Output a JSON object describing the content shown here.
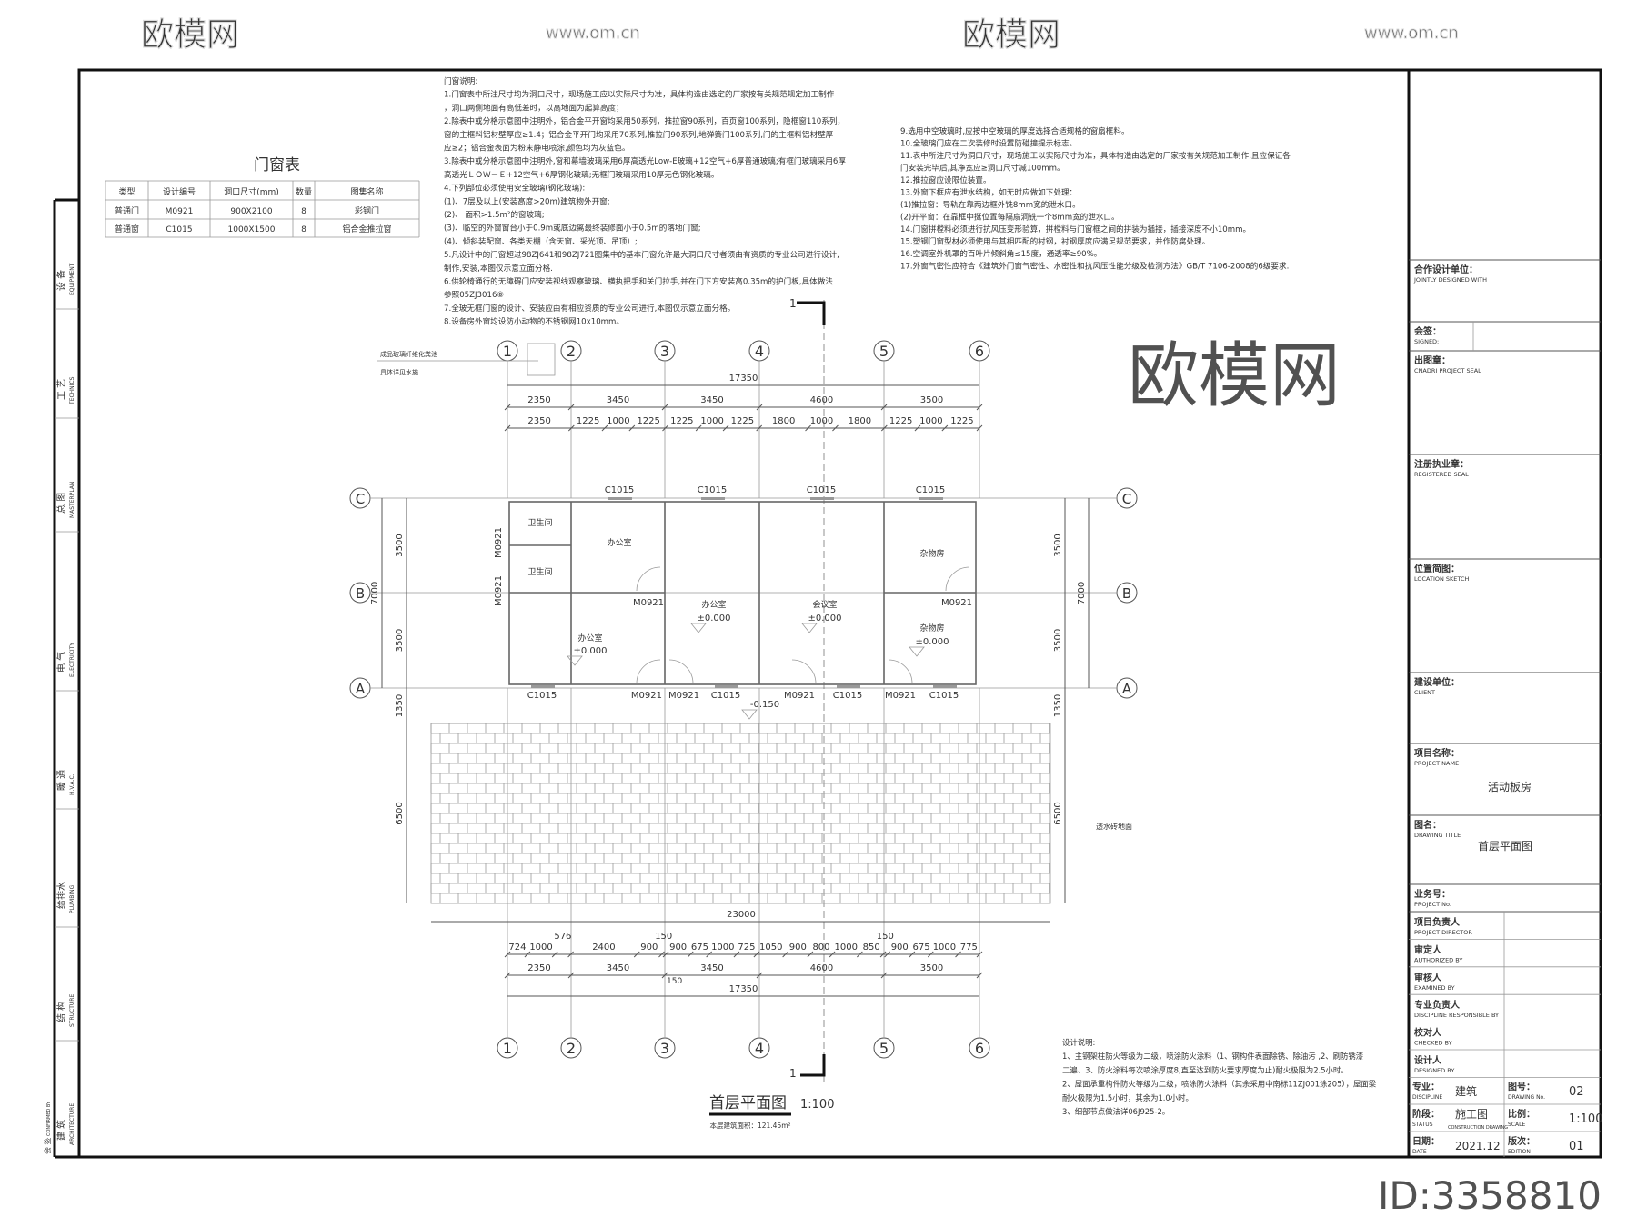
{
  "side_strip": [
    {
      "cn": "设 备",
      "en": "EQUIPMENT"
    },
    {
      "cn": "工 艺",
      "en": "TECHNICS"
    },
    {
      "cn": "总 图",
      "en": "MASTERPLAN"
    },
    {
      "cn": "电 气",
      "en": "ELECTRICITY"
    },
    {
      "cn": "暖 通",
      "en": "H.V.A.C."
    },
    {
      "cn": "给排水",
      "en": "PLUMBING"
    },
    {
      "cn": "结 构",
      "en": "STRUCTURE"
    },
    {
      "cn": "建 筑",
      "en": "ARCHITECTURE"
    }
  ],
  "side_strip_footer": {
    "cn": "会 签",
    "en": "CONFIRMED BY"
  },
  "door_window_table": {
    "title": "门窗表",
    "headers": [
      "类型",
      "设计编号",
      "洞口尺寸(mm)",
      "数量",
      "图集名称"
    ],
    "rows": [
      [
        "普通门",
        "M0921",
        "900X2100",
        "8",
        "彩钢门"
      ],
      [
        "普通窗",
        "C1015",
        "1000X1500",
        "8",
        "铝合金推拉窗"
      ]
    ]
  },
  "notes_left": [
    "门窗说明:",
    "1.门窗表中所注尺寸均为洞口尺寸，现场施工应以实际尺寸为准，具体构造由选定的厂家按有关规范规定加工制作",
    "，洞口两侧地面有高低差时，以高地面为起算高度；",
    "2.除表中或分格示意图中注明外，铝合金平开窗均采用50系列，推拉窗90系列，百页窗100系列，隐框窗110系列，",
    "窗的主框料铝材壁厚应≥1.4；铝合金平开门均采用70系列,推拉门90系列,地弹簧门100系列,门的主框料铝材壁厚",
    "应≥2；铝合金表面为粉末静电喷涂,颜色均为灰蓝色。",
    "3.除表中或分格示意图中注明外,窗和幕墙玻璃采用6厚高透光Low-E玻璃+12空气+6厚普通玻璃;有框门玻璃采用6厚",
    "高透光ＬＯＷ－Ｅ+12空气+6厚钢化玻璃;无框门玻璃采用10厚无色钢化玻璃。",
    "4.下列部位必须使用安全玻璃(钢化玻璃):",
    "(1)、7层及以上(安装高度>20m)建筑物外开窗;",
    "(2)、 面积>1.5m²的窗玻璃;",
    "(3)、临空的外窗窗台小于0.9m或底边离最终装修面小于0.5m的落地门窗;",
    "(4)、倾斜装配窗、各类天棚（含天窗、采光顶、吊顶）;",
    "5.凡设计中的门窗超过98ZJ641和98ZJ721图集中的基本门窗允许最大洞口尺寸者须由有资质的专业公司进行设计,",
    "制作,安装,本图仅示意立面分格.",
    "6.供轮椅通行的无障碍门应安装视线观察玻璃、横执把手和关门拉手,并在门下方安装高0.35m的护门板,具体做法",
    "参照05ZJ3016⑧",
    "7.全玻无框门窗的设计、安装应由有相应资质的专业公司进行,本图仅示意立面分格。",
    "8.设备房外窗均设防小动物的不锈钢网10x10mm。"
  ],
  "notes_right": [
    "9.选用中空玻璃时,应按中空玻璃的厚度选择合适规格的窗扇框料。",
    "10.全玻璃门应在二次装修时设置防碰撞提示标志。",
    "11.表中所注尺寸为洞口尺寸，现场施工以实际尺寸为准，具体构造由选定的厂家按有关规范加工制作,且应保证各",
    "门安装完毕后,其净宽应≥洞口尺寸减100mm。",
    "12.推拉窗应设限位装置。",
    "13.外窗下框应有泄水结构，如无时应做如下处理：",
    "(1)推拉窗：导轨在靠两边框外铣8mm宽的泄水口。",
    "(2)开平窗：在靠框中挺位置每隔扇洞铣一个8mm宽的泄水口。",
    "14.门窗拼樘料必须进行抗风压变形验算，拼樘料与门窗框之间的拼装为插接，插接深度不小10mm。",
    "15.塑钢门窗型材必须使用与其相匹配的衬钢，衬钢厚度应满足规范要求，并作防腐处理。",
    "16.空调室外机罩的百叶片倾斜角≤15度，通透率≥90%。",
    "17.外窗气密性应符合《建筑外门窗气密性、水密性和抗风压性能分级及检测方法》GB/T 7106-2008的6级要求."
  ],
  "design_notes": [
    "设计说明:",
    "1、主钢架柱防火等级为二级，喷涂防火涂料（1、钢构件表面除锈、除油污 ,2、刷防锈漆",
    "二遍、3、防火涂料每次喷涂厚度8,直至达到防火要求厚度为止)耐火极限为2.5小时。",
    "2、屋面承重构件防火等级为二级，喷涂防火涂料（其余采用中南标11ZJ001涂205），屋面梁",
    "耐火极限为1.5小时，其余为1.0小时。",
    "3、细部节点做法详06J925-2。"
  ],
  "plan": {
    "axes_numbers": [
      "1",
      "2",
      "3",
      "4",
      "5",
      "6"
    ],
    "axes_letters": [
      "C",
      "B",
      "A"
    ],
    "top_dims": {
      "total": "17350",
      "bays": [
        "2350",
        "3450",
        "3450",
        "4600",
        "3500"
      ],
      "detail": [
        "2350",
        "1225",
        "1000",
        "1225",
        "1225",
        "1000",
        "1225",
        "1800",
        "1000",
        "1800",
        "1225",
        "1000",
        "1225"
      ]
    },
    "bottom_dims": {
      "detail": [
        "724",
        "1000",
        "576",
        "2400",
        "900",
        "150",
        "900",
        "675",
        "1000",
        "725",
        "1050",
        "900",
        "800",
        "1000",
        "850",
        "150",
        "900",
        "675",
        "1000",
        "775"
      ],
      "extra": "150",
      "bays": [
        "2350",
        "3450",
        "3450",
        "4600",
        "3500"
      ],
      "total": "17350",
      "paving_total": "23000"
    },
    "side_dims": {
      "upper": "3500",
      "lower": "3500",
      "total": "7000",
      "porch": "1350",
      "paving": "6500"
    },
    "rooms": [
      "卫生间",
      "卫生间",
      "办公室",
      "杂物房",
      "办公室",
      "办公室",
      "会议室",
      "杂物房"
    ],
    "levels": [
      "±0.000",
      "±0.000",
      "±0.000",
      "±0.000",
      "-0.150"
    ],
    "window_tag": "C1015",
    "door_tag": "M0921",
    "leader_note": [
      "成品玻璃纤维化粪池",
      "具体详见水施"
    ],
    "paving_note": "透水砖地面",
    "section_mark": "1",
    "drawing_title": "首层平面图",
    "drawing_scale": "1:100",
    "area_note": "本层建筑面积：121.45m²"
  },
  "title_block": {
    "jointly": {
      "cn": "合作设计单位：",
      "en": "JOINTLY DESIGNED WITH"
    },
    "signed": {
      "cn": "会签：",
      "en": "SIGNED:"
    },
    "project_seal": {
      "cn": "出图章：",
      "en": "CNADRI PROJECT SEAL"
    },
    "registered_seal": {
      "cn": "注册执业章：",
      "en": "REGISTERED SEAL"
    },
    "location": {
      "cn": "位置简图：",
      "en": "LOCATION SKETCH"
    },
    "client": {
      "cn": "建设单位：",
      "en": "CLIENT"
    },
    "project_name": {
      "cn": "项目名称：",
      "en": "PROJECT NAME",
      "value": "活动板房"
    },
    "drawing_title": {
      "cn": "图名：",
      "en": "DRAWING TITLE",
      "value": "首层平面图"
    },
    "project_no": {
      "cn": "业务号：",
      "en": "PROJECT No."
    },
    "roles": [
      {
        "cn": "项目负责人",
        "en": "PROJECT DIRECTOR"
      },
      {
        "cn": "审定人",
        "en": "AUTHORIZED BY"
      },
      {
        "cn": "审核人",
        "en": "EXAMINED BY"
      },
      {
        "cn": "专业负责人",
        "en": "DISCIPLINE RESPONSIBLE BY"
      },
      {
        "cn": "校对人",
        "en": "CHECKED BY"
      },
      {
        "cn": "设计人",
        "en": "DESIGNED BY"
      }
    ],
    "discipline": {
      "cn": "专业：",
      "en": "DISCIPLINE",
      "value": "建筑"
    },
    "drawing_no": {
      "cn": "图号：",
      "en": "DRAWING No.",
      "value": "02"
    },
    "status": {
      "cn": "阶段：",
      "en": "STATUS",
      "value": "施工图",
      "value_en": "CONSTRUCTION DRAWING"
    },
    "scale": {
      "cn": "比例：",
      "en": "SCALE",
      "value": "1:100"
    },
    "date": {
      "cn": "日期：",
      "en": "DATE",
      "value": "2021.12"
    },
    "edition": {
      "cn": "版次：",
      "en": "EDITION",
      "value": "01"
    }
  },
  "watermark": {
    "brand": "欧模网",
    "url": "www.om.cn",
    "id": "ID:3358810"
  }
}
